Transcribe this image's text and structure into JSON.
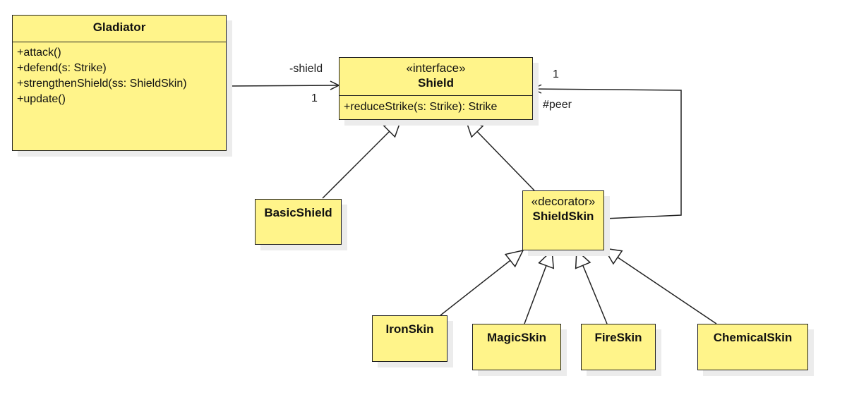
{
  "diagram": {
    "type": "UML class diagram",
    "pattern": "Decorator",
    "colors": {
      "class_fill": "#fff48a",
      "line": "#222222",
      "shadow": "#ececec"
    },
    "classes": {
      "gladiator": {
        "name": "Gladiator",
        "operations": [
          "+attack()",
          "+defend(s: Strike)",
          "+strengthenShield(ss: ShieldSkin)",
          "+update()"
        ]
      },
      "shield": {
        "stereotype": "«interface»",
        "name": "Shield",
        "operations": [
          "+reduceStrike(s: Strike): Strike"
        ]
      },
      "basic_shield": {
        "name": "BasicShield"
      },
      "shield_skin": {
        "stereotype": "«decorator»",
        "name": "ShieldSkin"
      },
      "iron_skin": {
        "name": "IronSkin"
      },
      "magic_skin": {
        "name": "MagicSkin"
      },
      "fire_skin": {
        "name": "FireSkin"
      },
      "chemical_skin": {
        "name": "ChemicalSkin"
      }
    },
    "associations": {
      "gladiator_shield": {
        "role": "-shield",
        "multiplicity": "1"
      },
      "skin_peer": {
        "role": "#peer",
        "multiplicity": "1"
      }
    }
  }
}
